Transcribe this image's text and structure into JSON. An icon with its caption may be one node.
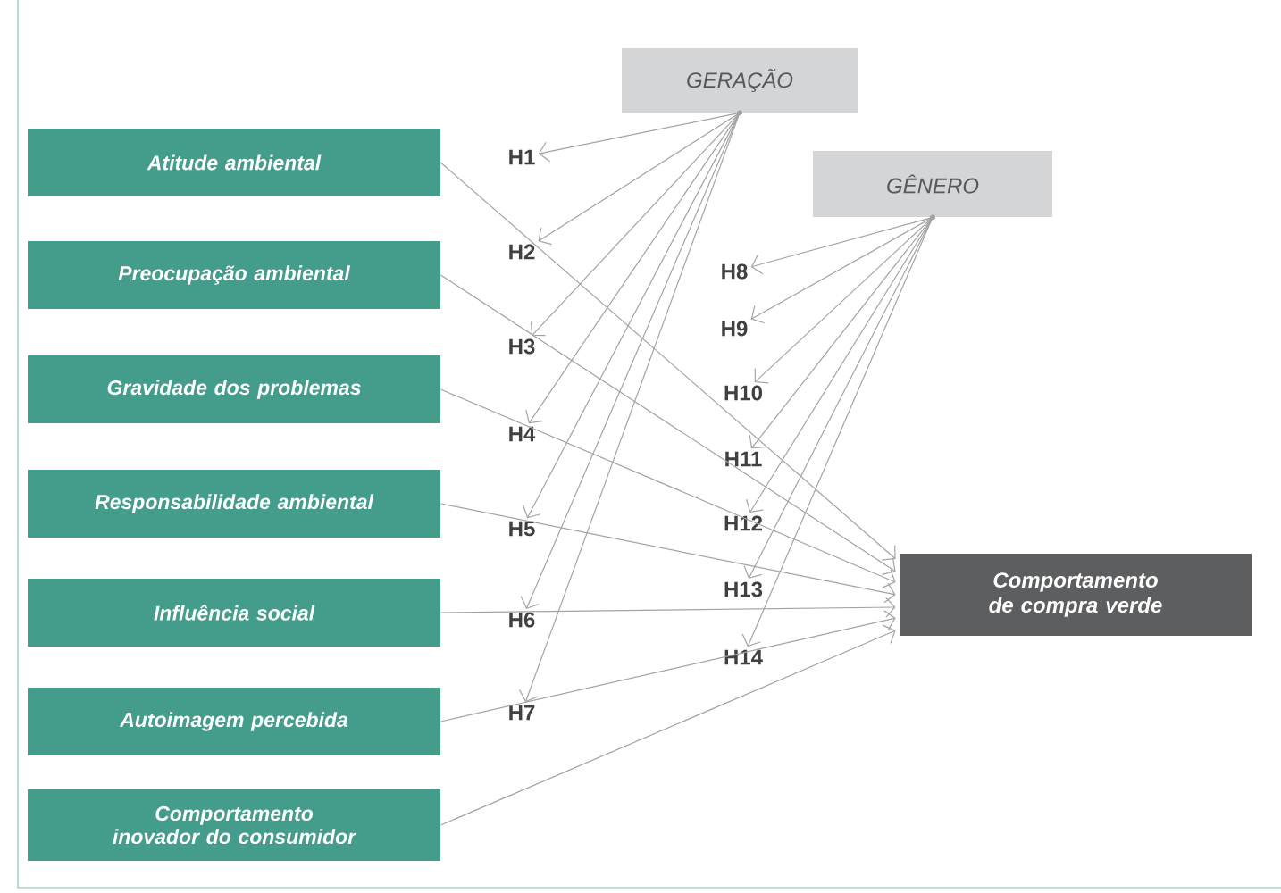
{
  "diagram": {
    "nodes": [
      {
        "text": [
          "GERAÇÃO"
        ]
      },
      {
        "text": [
          "GÊNERO"
        ]
      },
      {
        "text": [
          "Atitude ambiental"
        ]
      },
      {
        "text": [
          "Preocupação ambiental"
        ]
      },
      {
        "text": [
          "Gravidade dos problemas"
        ]
      },
      {
        "text": [
          "Responsabilidade ambiental"
        ]
      },
      {
        "text": [
          "Influência social"
        ]
      },
      {
        "text": [
          "Autoimagem percebida"
        ]
      },
      {
        "text": [
          "Comportamento inovador do consumidor"
        ]
      },
      {
        "text": [
          "Comportamento de compra verde"
        ]
      },
      {
        "text": [
          "H1"
        ]
      },
      {
        "text": [
          "H2"
        ]
      },
      {
        "text": [
          "H3"
        ]
      },
      {
        "text": [
          "H4"
        ]
      },
      {
        "text": [
          "H5"
        ]
      },
      {
        "text": [
          "H6"
        ]
      },
      {
        "text": [
          "H7"
        ]
      },
      {
        "text": [
          "H8"
        ]
      },
      {
        "text": [
          "H9"
        ]
      },
      {
        "text": [
          "H10"
        ]
      },
      {
        "text": [
          "H11"
        ]
      },
      {
        "text": [
          "H12"
        ]
      },
      {
        "text": [
          "H13"
        ]
      },
      {
        "text": [
          "H14"
        ]
      }
    ],
    "edges": [
      {
        "from": 2,
        "to": 9,
        "arrow": "to"
      },
      {
        "from": 3,
        "to": 9,
        "arrow": "to"
      },
      {
        "from": 4,
        "to": 9,
        "arrow": "to"
      },
      {
        "from": 5,
        "to": 9,
        "arrow": "to"
      },
      {
        "from": 6,
        "to": 9,
        "arrow": "to"
      },
      {
        "from": 7,
        "to": 9,
        "arrow": "to"
      },
      {
        "from": 8,
        "to": 9,
        "arrow": "to"
      },
      {
        "from": 0,
        "to": 10,
        "arrow": "to"
      },
      {
        "from": 0,
        "to": 11,
        "arrow": "to"
      },
      {
        "from": 0,
        "to": 12,
        "arrow": "to"
      },
      {
        "from": 0,
        "to": 13,
        "arrow": "to"
      },
      {
        "from": 0,
        "to": 14,
        "arrow": "to"
      },
      {
        "from": 0,
        "to": 15,
        "arrow": "to"
      },
      {
        "from": 0,
        "to": 16,
        "arrow": "to"
      },
      {
        "from": 1,
        "to": 17,
        "arrow": "to"
      },
      {
        "from": 1,
        "to": 18,
        "arrow": "to"
      },
      {
        "from": 1,
        "to": 19,
        "arrow": "to"
      },
      {
        "from": 1,
        "to": 20,
        "arrow": "to"
      },
      {
        "from": 1,
        "to": 21,
        "arrow": "to"
      },
      {
        "from": 1,
        "to": 22,
        "arrow": "to"
      },
      {
        "from": 1,
        "to": 23,
        "arrow": "to"
      }
    ]
  }
}
